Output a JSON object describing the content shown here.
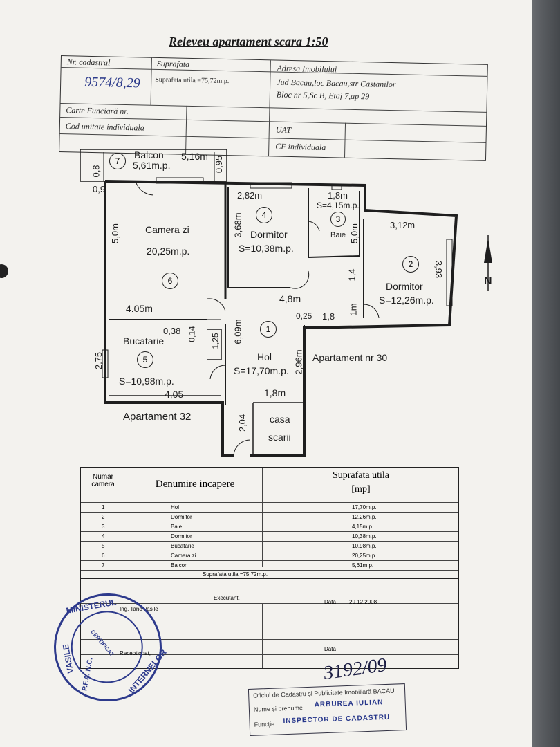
{
  "document": {
    "title": "Releveu apartament  scara 1:50",
    "header": {
      "nr_cadastral_label": "Nr. cadastral",
      "nr_cadastral_value": "9574/8,29",
      "suprafata_label": "Suprafata",
      "suprafata_value": "Suprafata utila =75,72m.p.",
      "adresa_label": "Adresa Imobilului",
      "adresa_line1": "Jud Bacau,loc Bacau,str Castanilor",
      "adresa_line2": "Bloc nr 5,Sc B, Etaj 7,ap 29",
      "carte_funciara_label": "Carte Funciară nr.",
      "cod_unitate_label": "Cod unitate individuala",
      "uat_label": "UAT",
      "cf_individuala_label": "CF individuala"
    },
    "plan": {
      "balcon_label": "Balcon",
      "balcon_area": "5,61m.p.",
      "balcon_width": "5,16m",
      "balcon_dim_left": "0,8",
      "balcon_dim_bottom": "0,9",
      "balcon_dim_right": "0,95",
      "room7_num": "7",
      "camera_zi_label": "Camera zi",
      "camera_zi_area": "20,25m.p.",
      "camera_zi_height": "5,0m",
      "camera_zi_width": "4.05m",
      "room6_num": "6",
      "dormitor4_width": "2,82m",
      "room4_num": "4",
      "dormitor4_height": "3,68m",
      "dormitor4_label": "Dormitor",
      "dormitor4_area": "S=10,38m.p.",
      "baie_width": "1,8m",
      "baie_area": "S=4,15m.p.",
      "room3_num": "3",
      "baie_label": "Baie",
      "baie_height": "5,0m",
      "dormitor2_width": "3,12m",
      "room2_num": "2",
      "dormitor2_label": "Dormitor",
      "dormitor2_area": "S=12,26m.p.",
      "dormitor2_height": "3,93",
      "hol_dim_4_8": "4,8m",
      "hol_dim_1_4": "1,4",
      "hol_dim_1m": "1m",
      "hol_dim_025": "0,25",
      "hol_dim_1_8": "1,8",
      "hol_dim_6_09": "6,09m",
      "room1_num": "1",
      "hol_label": "Hol",
      "hol_area": "S=17,70m.p.",
      "hol_dim_2_96": "2,96m",
      "hol_dim_1_25": "1,25",
      "hol_bottom": "1,8m",
      "apartament30": "Apartament nr 30",
      "bucatarie_038": "0,38",
      "bucatarie_014": "0,14",
      "bucatarie_label": "Bucatarie",
      "room5_num": "5",
      "bucatarie_height": "2,75",
      "bucatarie_area": "S=10,98m.p.",
      "bucatarie_width": "4,05",
      "apartament32": "Apartament  32",
      "entrance_dim": "2,04",
      "casa_scarii_1": "casa",
      "casa_scarii_2": "scarii",
      "north": "N"
    },
    "rooms_table": {
      "col_num": "Numar camera",
      "col_name": "Denumire incapere",
      "col_area_1": "Suprafata utila",
      "col_area_2": "[mp]",
      "rows": [
        {
          "num": "1",
          "name": "Hol",
          "area": "17,70m.p."
        },
        {
          "num": "2",
          "name": "Dormitor",
          "area": "12,26m.p."
        },
        {
          "num": "3",
          "name": "Baie",
          "area": "4,15m.p."
        },
        {
          "num": "4",
          "name": "Dormitor",
          "area": "10,38m.p."
        },
        {
          "num": "5",
          "name": "Bucatarie",
          "area": "10,98m.p."
        },
        {
          "num": "6",
          "name": "Camera zi",
          "area": "20,25m.p."
        },
        {
          "num": "7",
          "name": "Balcon",
          "area": "5,61m.p."
        }
      ],
      "total": "Suprafata utila =75,72m.p."
    },
    "signatures": {
      "executant_label": "Executant,",
      "executant_name": "Ing. Tanc Vasile",
      "data_label": "Data",
      "data_value": "29.12.2008",
      "receptionat_label": "Receptionat,",
      "data2_label": "Data",
      "handwritten_number": "3192/09"
    },
    "seal": {
      "text_top": "MINISTERUL",
      "text_right": "INTERNELOR",
      "text_left": "VASILE",
      "text_left2": "P.F.A. N.C.",
      "text_center": "CERTIFICAT"
    },
    "stamp": {
      "line1": "Oficiul de Cadastru și Publicitate Imobiliară BACĂU",
      "line2_label": "Nume și prenume",
      "line2_value": "ARBUREA IULIAN",
      "line3_label": "Funcție",
      "line3_value": "INSPECTOR DE CADASTRU"
    },
    "colors": {
      "paper": "#f3f2ee",
      "ink": "#1e1e1e",
      "seal_blue": "#2d3a8c"
    }
  }
}
